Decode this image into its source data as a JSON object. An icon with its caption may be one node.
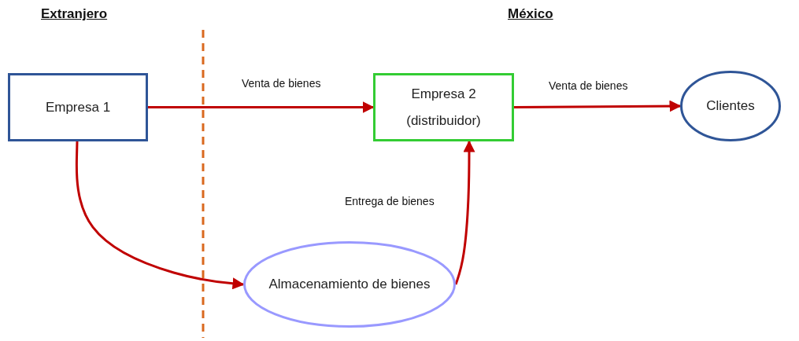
{
  "diagram": {
    "nodes": [
      {
        "text": [
          "Empresa 1"
        ]
      },
      {
        "text": [
          "Empresa 2",
          "(distribuidor)"
        ]
      },
      {
        "text": [
          "Clientes"
        ]
      },
      {
        "text": [
          "Almacenamiento de bienes"
        ]
      }
    ],
    "edges": [
      {
        "from": 0,
        "to": 1,
        "arrow": "to",
        "label": "Venta de bienes"
      },
      {
        "from": 1,
        "to": 2,
        "arrow": "to",
        "label": "Venta de bienes"
      },
      {
        "from": 0,
        "to": 3,
        "arrow": "to"
      },
      {
        "from": 3,
        "to": 1,
        "arrow": "to",
        "label": "Entrega de bienes"
      }
    ],
    "labels": [
      "Extranjero",
      "México"
    ]
  }
}
